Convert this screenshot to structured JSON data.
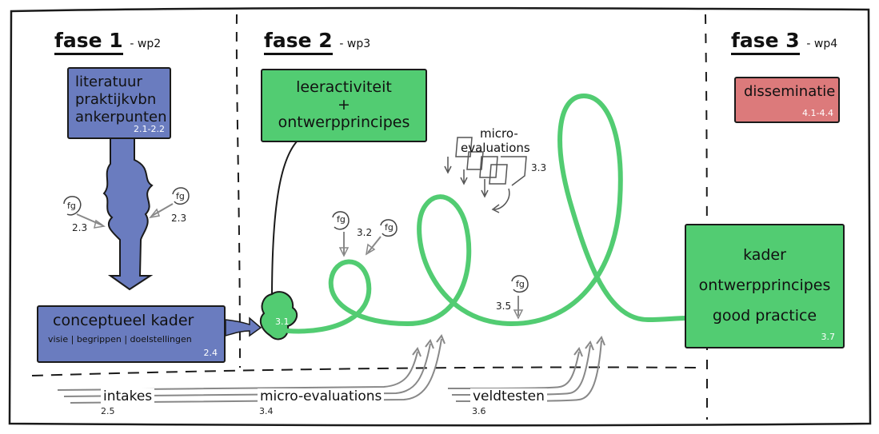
{
  "phases": [
    {
      "title": "fase 1",
      "wp": "- wp2"
    },
    {
      "title": "fase 2",
      "wp": "- wp3"
    },
    {
      "title": "fase 3",
      "wp": "- wp4"
    }
  ],
  "boxes": {
    "literatuur": {
      "lines": [
        "literatuur",
        "praktijkvbn",
        "ankerpunten"
      ],
      "num": "2.1-2.2",
      "color": "#6a7cbf"
    },
    "conceptueel": {
      "title": "conceptueel kader",
      "subtitle": "visie | begrippen | doelstellingen",
      "num": "2.4",
      "color": "#6a7cbf"
    },
    "leeractiviteit": {
      "lines": [
        "leeractiviteit",
        "+",
        "ontwerpprincipes"
      ],
      "color": "#52cc72"
    },
    "dissemination": {
      "title": "disseminatie",
      "num": "4.1-4.4",
      "color": "#dc7a7b"
    },
    "kader": {
      "lines": [
        "kader",
        "ontwerpprincipes",
        "good practice"
      ],
      "num": "3.7",
      "color": "#52cc72"
    }
  },
  "blob_num": "3.1",
  "focus_groups": [
    {
      "label": "fg",
      "num": "2.3"
    },
    {
      "label": "fg",
      "num": "2.3"
    },
    {
      "label": "fg",
      "num": "3.2"
    },
    {
      "label": "fg",
      "num": ""
    },
    {
      "label": "fg",
      "num": "3.5"
    }
  ],
  "micro_eval_cluster": {
    "lines": [
      "micro-",
      "evaluations"
    ],
    "num": "3.3"
  },
  "timeline": [
    {
      "label": "intakes",
      "num": "2.5"
    },
    {
      "label": "micro-evaluations",
      "num": "3.4"
    },
    {
      "label": "veldtesten",
      "num": "3.6"
    }
  ]
}
